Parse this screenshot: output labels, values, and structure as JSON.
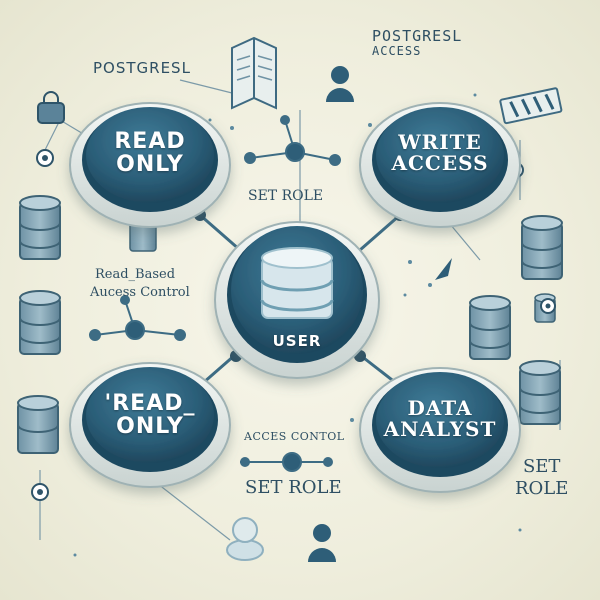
{
  "colors": {
    "background": "#efeedd",
    "button_face": "#2b5e78",
    "button_dark": "#1e4860",
    "ring": "#dfe6e3",
    "line": "#4a7890",
    "accent": "#7fb3c5"
  },
  "nodes": {
    "read_only": {
      "line1": "READ",
      "line2": "ONLY"
    },
    "write_access": {
      "line1": "WRITE",
      "line2": "ACCESS"
    },
    "user": {
      "label": "USER"
    },
    "read_only_2": {
      "line1": "'READ_",
      "line2": "ONLY"
    },
    "data_analyst": {
      "line1": "DATA",
      "line2": "ANALYST"
    }
  },
  "labels": {
    "postgresl_left": "POSTGRESL",
    "postgresl_right_1": "POSTGRESL",
    "postgresl_right_2": "ACCESS",
    "set_role_top": "SET ROLE",
    "rbac_line1": "Read_Based",
    "rbac_line2": "Aucess Control",
    "acces_control": "ACCES CONTOL",
    "set_role_bottom": "SET ROLE",
    "set_role_right_1": "SET",
    "set_role_right_2": "ROLE"
  },
  "icons": [
    "database-icon",
    "user-icon",
    "document-icon",
    "network-node-icon",
    "key-icon",
    "cursor-arrow-icon",
    "lock-icon",
    "folder-icon"
  ]
}
